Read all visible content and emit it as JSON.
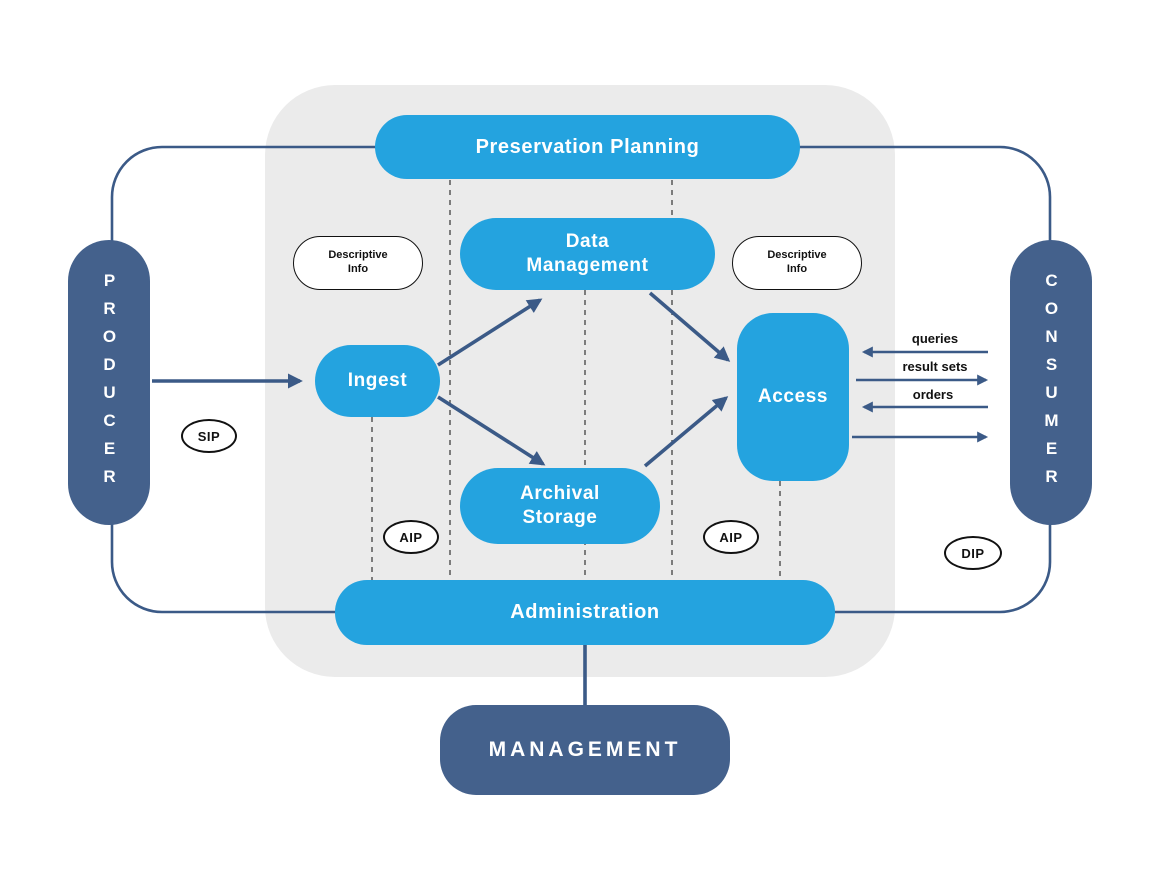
{
  "colors": {
    "bright_blue": "#24A3DF",
    "dark_blue": "#44618C",
    "line": "#3B5A87",
    "gray_bg": "#EBEBEB",
    "ink": "#111111"
  },
  "archive": {
    "preservation_planning": "Preservation Planning",
    "data_management": "Data Management",
    "ingest": "Ingest",
    "archival_storage": "Archival Storage",
    "access": "Access",
    "administration": "Administration"
  },
  "entities": {
    "producer": "PRODUCER",
    "consumer": "CONSUMER",
    "management": "MANAGEMENT"
  },
  "info_packages": {
    "sip": "SIP",
    "aip_left": "AIP",
    "aip_right": "AIP",
    "dip": "DIP"
  },
  "descriptive": {
    "left": "Descriptive Info",
    "right": "Descriptive Info"
  },
  "flows": {
    "queries": "queries",
    "result_sets": "result sets",
    "orders": "orders"
  }
}
